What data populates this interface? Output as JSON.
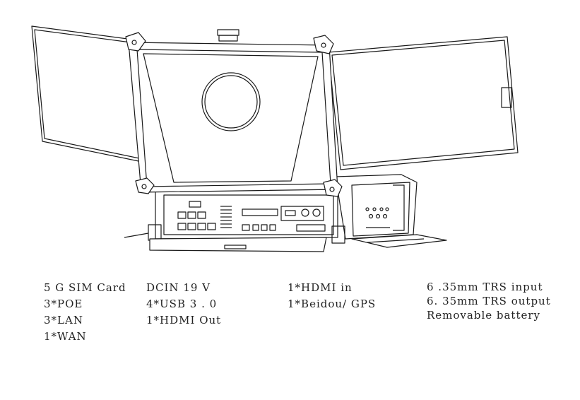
{
  "specs": {
    "col1": [
      "5 G SIM Card",
      "3*POE",
      "3*LAN",
      "1*WAN"
    ],
    "col2": [
      "DCIN 19 V",
      "4*USB 3 . 0",
      "1*HDMI Out"
    ],
    "col3": [
      "1*HDMI in",
      "1*Beidou/ GPS"
    ],
    "col4": [
      "6 .35mm TRS input",
      "6. 35mm TRS output",
      "Removable battery"
    ]
  },
  "colors": {
    "line": "#1a1a1a",
    "background": "#ffffff"
  }
}
